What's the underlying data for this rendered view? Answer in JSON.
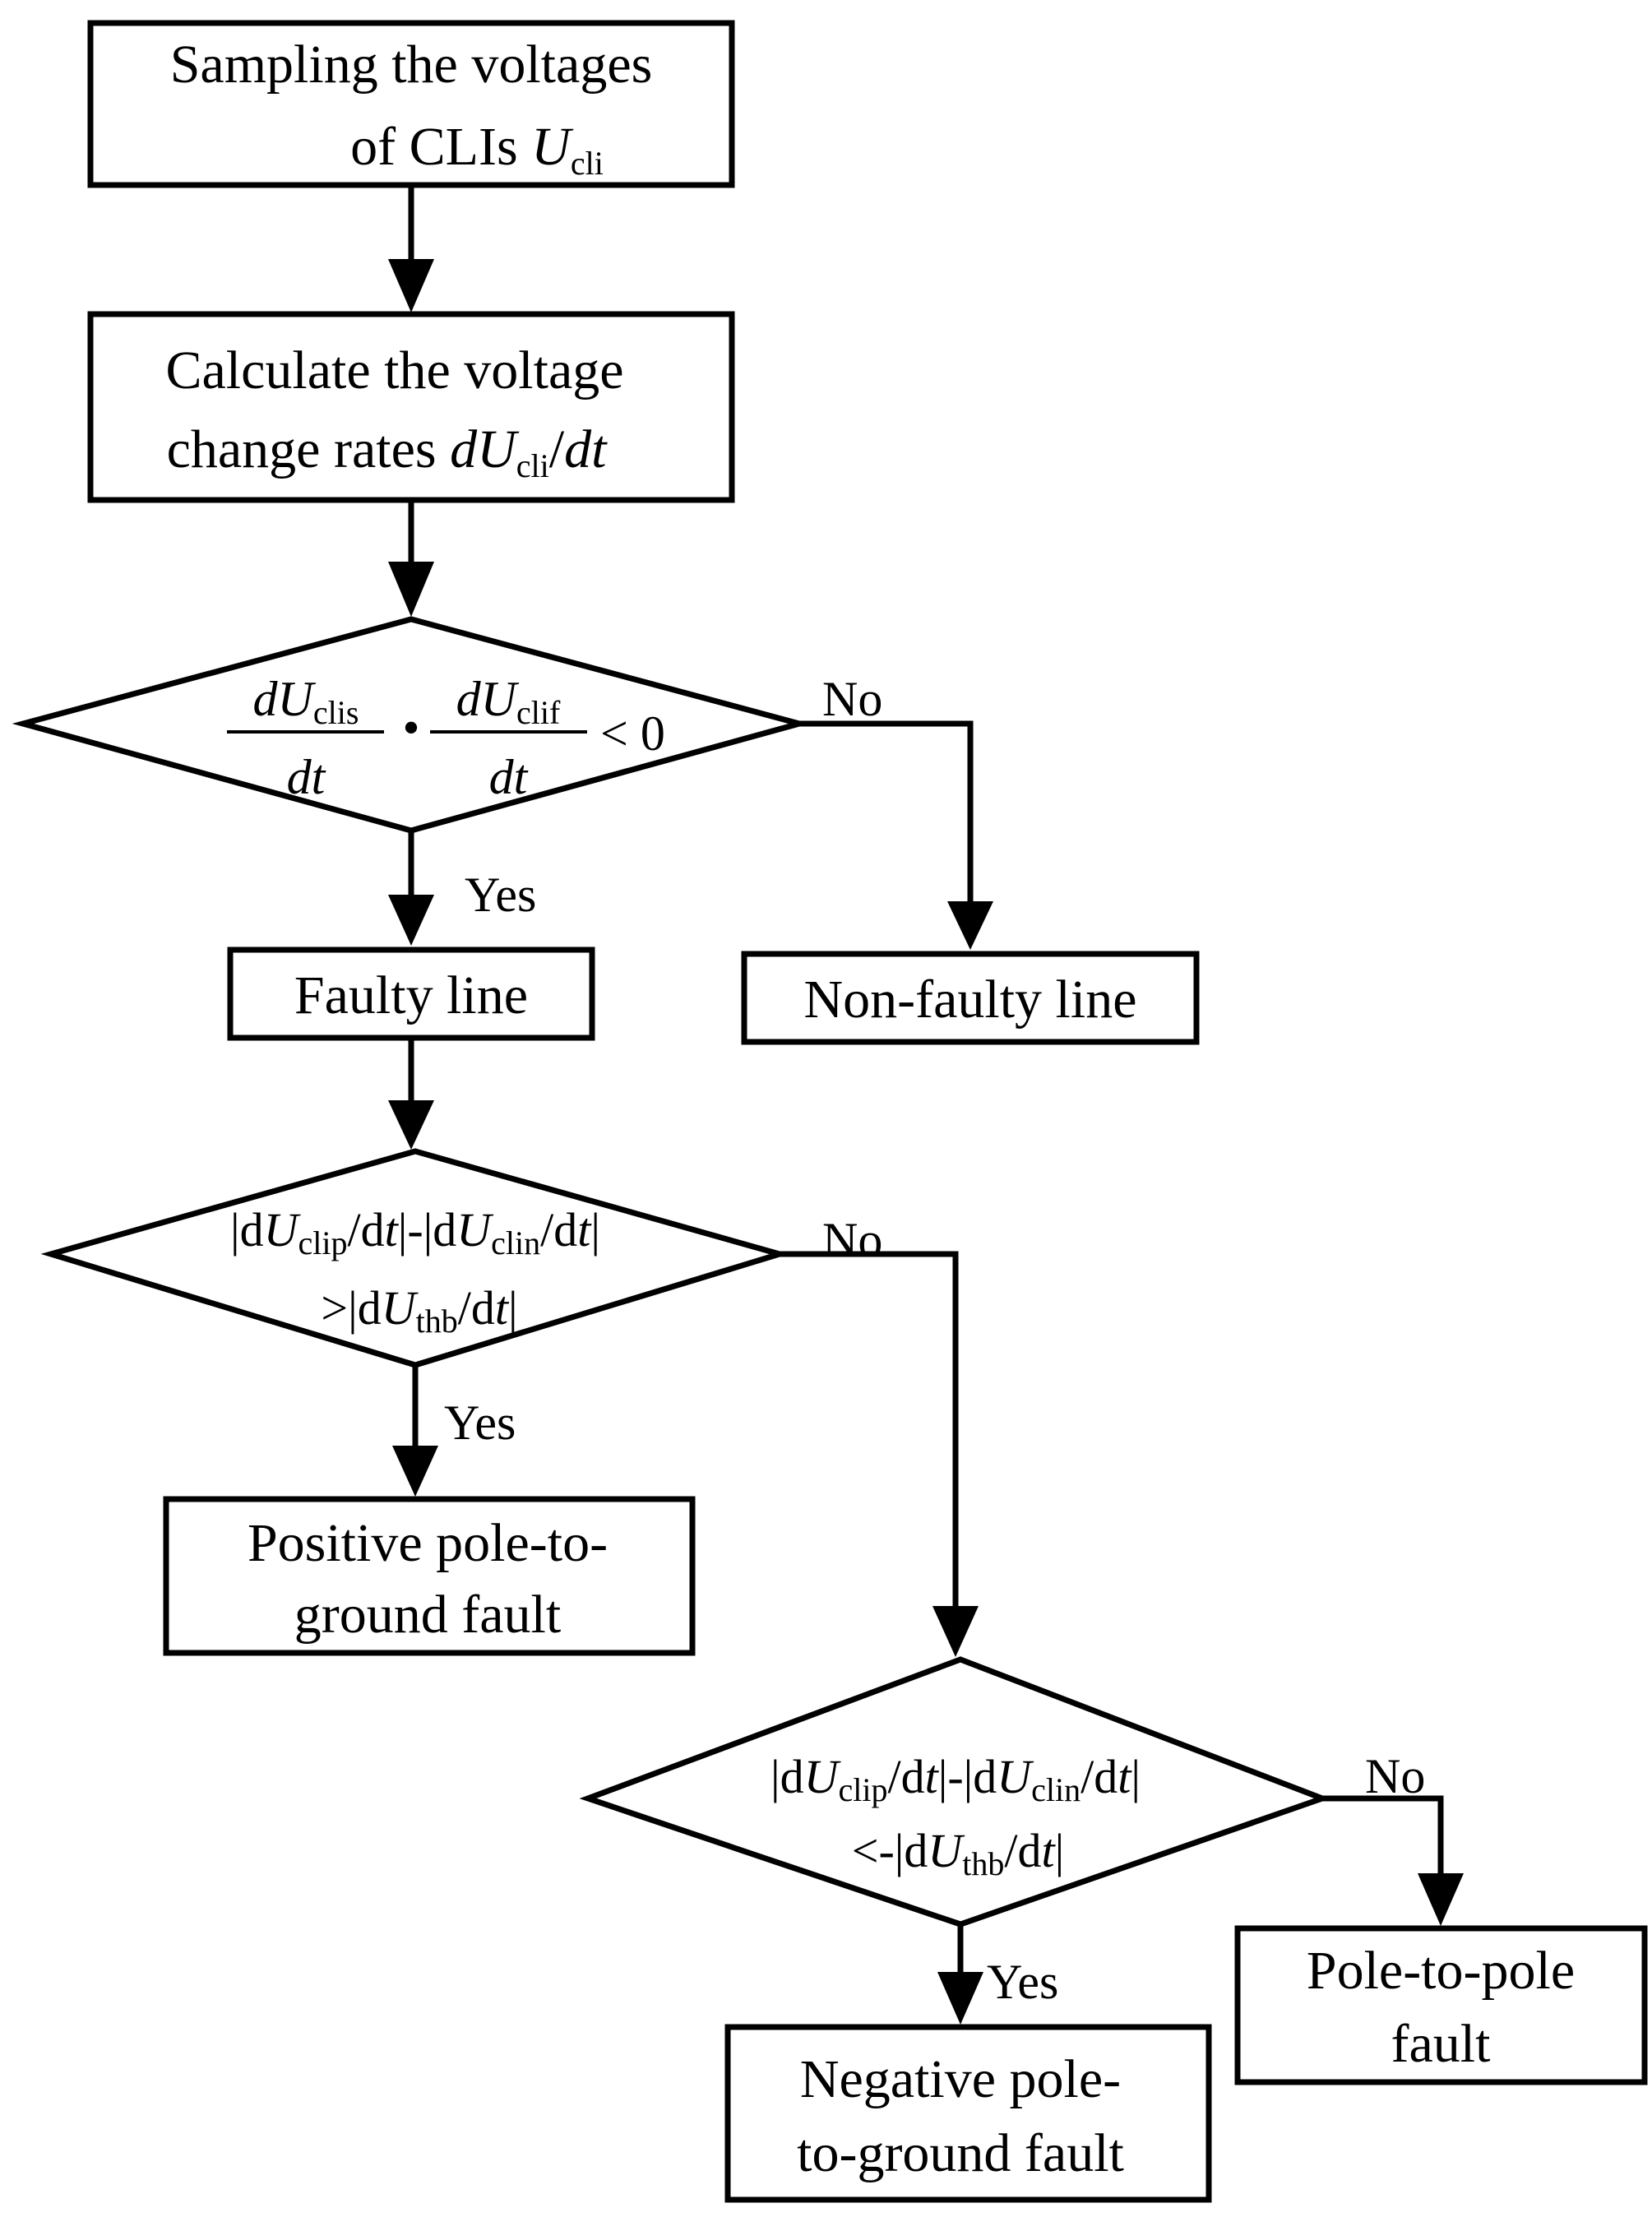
{
  "nodes": {
    "sample": {
      "line1": "Sampling the voltages",
      "line2_text": "of CLIs",
      "line2_var": "U",
      "line2_sub": "cli"
    },
    "calc": {
      "line1": "Calculate the voltage",
      "line2_text": "change rates",
      "expr_d": "d",
      "expr_var": "U",
      "expr_sub": "cli",
      "expr_tail": "/",
      "expr_dt": "dt"
    },
    "decision1": {
      "num1_d": "d",
      "num1_var": "U",
      "num1_sub": "clis",
      "den": "dt",
      "dot": "•",
      "num2_d": "d",
      "num2_var": "U",
      "num2_sub": "clif",
      "relation": "< 0"
    },
    "faulty": {
      "text": "Faulty line"
    },
    "nonfaulty": {
      "text": "Non-faulty line"
    },
    "decision2": {
      "line1": {
        "p1": "|d",
        "v1": "U",
        "s1": "clip",
        "p2": "/d",
        "t1": "t",
        "p3": "|-|d",
        "v2": "U",
        "s2": "clin",
        "p4": "/d",
        "t2": "t",
        "p5": "|"
      },
      "line2": {
        "p1": ">|d",
        "v1": "U",
        "s1": "thb",
        "p2": "/d",
        "t1": "t",
        "p3": "|"
      }
    },
    "positive": {
      "line1": "Positive pole-to-",
      "line2": "ground fault"
    },
    "decision3": {
      "line1": {
        "p1": "|d",
        "v1": "U",
        "s1": "clip",
        "p2": "/d",
        "t1": "t",
        "p3": "|-|d",
        "v2": "U",
        "s2": "clin",
        "p4": "/d",
        "t2": "t",
        "p5": "|"
      },
      "line2": {
        "p1": "<-|d",
        "v1": "U",
        "s1": "thb",
        "p2": "/d",
        "t1": "t",
        "p3": "|"
      }
    },
    "negative": {
      "line1": "Negative pole-",
      "line2": "to-ground fault"
    },
    "pole": {
      "line1": "Pole-to-pole",
      "line2": "fault"
    }
  },
  "labels": {
    "d1_no": "No",
    "d1_yes": "Yes",
    "d2_no": "No",
    "d2_yes": "Yes",
    "d3_no": "No",
    "d3_yes": "Yes"
  }
}
